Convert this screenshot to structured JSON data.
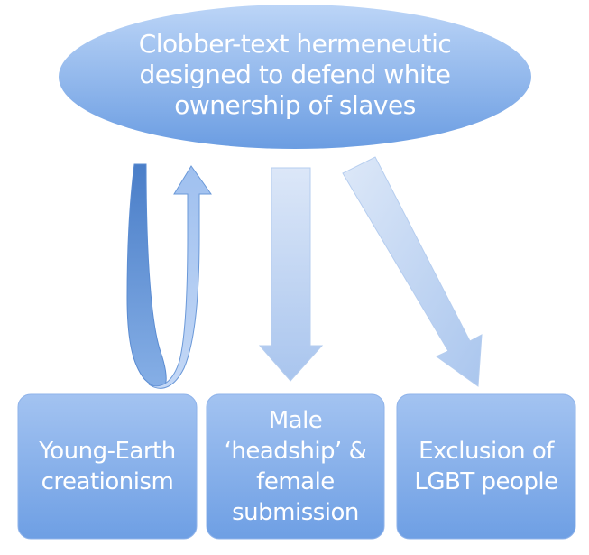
{
  "top_node": {
    "lines": [
      "Clobber-text hermeneutic",
      "designed to defend white",
      "ownership of slaves"
    ]
  },
  "boxes": [
    {
      "lines": [
        "Young-Earth",
        "creationism"
      ]
    },
    {
      "lines": [
        "Male",
        "‘headship’ &",
        "female",
        "submission"
      ]
    },
    {
      "lines": [
        "Exclusion of",
        "LGBT people"
      ]
    }
  ],
  "colors": {
    "node_light": "#b9d3f6",
    "node_dark": "#6f9fe0",
    "arrow_light": "#c6d8f4",
    "arrow_dark": "#5a8bd0"
  }
}
